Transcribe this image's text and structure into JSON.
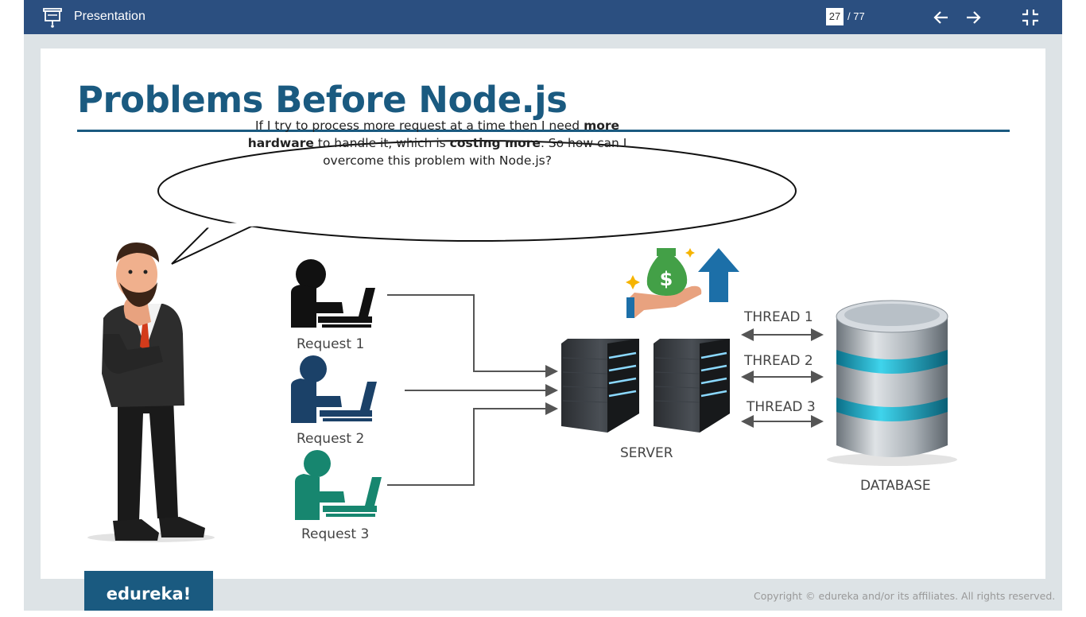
{
  "toolbar": {
    "title": "Presentation",
    "current_page": "27",
    "total_pages": "/ 77"
  },
  "slide": {
    "title": "Problems Before Node.js",
    "speech": {
      "part1": "If I try to process more request at a time then I need ",
      "bold1": "more hardware",
      "part2": " to handle it, which is ",
      "bold2": "costing more",
      "part3": ". So how can I overcome this problem with Node.js?"
    },
    "requests": [
      "Request 1",
      "Request 2",
      "Request 3"
    ],
    "server_label": "SERVER",
    "database_label": "DATABASE",
    "threads": [
      "THREAD 1",
      "THREAD 2",
      "THREAD 3"
    ],
    "money_symbol": "$",
    "request_colors": [
      "#111111",
      "#1b4168",
      "#17866f"
    ],
    "accent_color": "#1a5a80"
  },
  "footer": {
    "logo": "edureka!",
    "copyright": "Copyright © edureka and/or its affiliates. All rights reserved."
  }
}
